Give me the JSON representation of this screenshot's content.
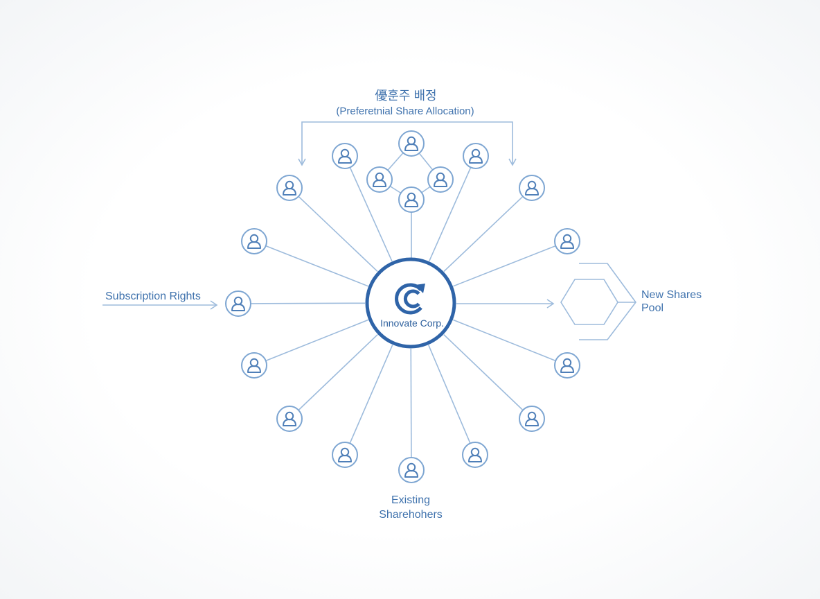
{
  "title": {
    "korean": "優훈주 배정",
    "english": "(Preferetnial Share Allocation)"
  },
  "center_label": "Innovate Corp.",
  "left_label": "Subscription Rights",
  "right_label": {
    "line1": "New Shares",
    "line2": "Pool"
  },
  "bottom_label": {
    "line1": "Existing",
    "line2": "Sharehohers"
  },
  "colors": {
    "line": "#9dbbdc",
    "node_stroke": "#7ea6d2",
    "icon": "#4f7fb8",
    "center_stroke": "#2f64a8",
    "text": "#3f72ad"
  },
  "icons": {
    "node": "person-icon",
    "center": "innovate-logo-icon",
    "pool": "hexagon-icon"
  }
}
